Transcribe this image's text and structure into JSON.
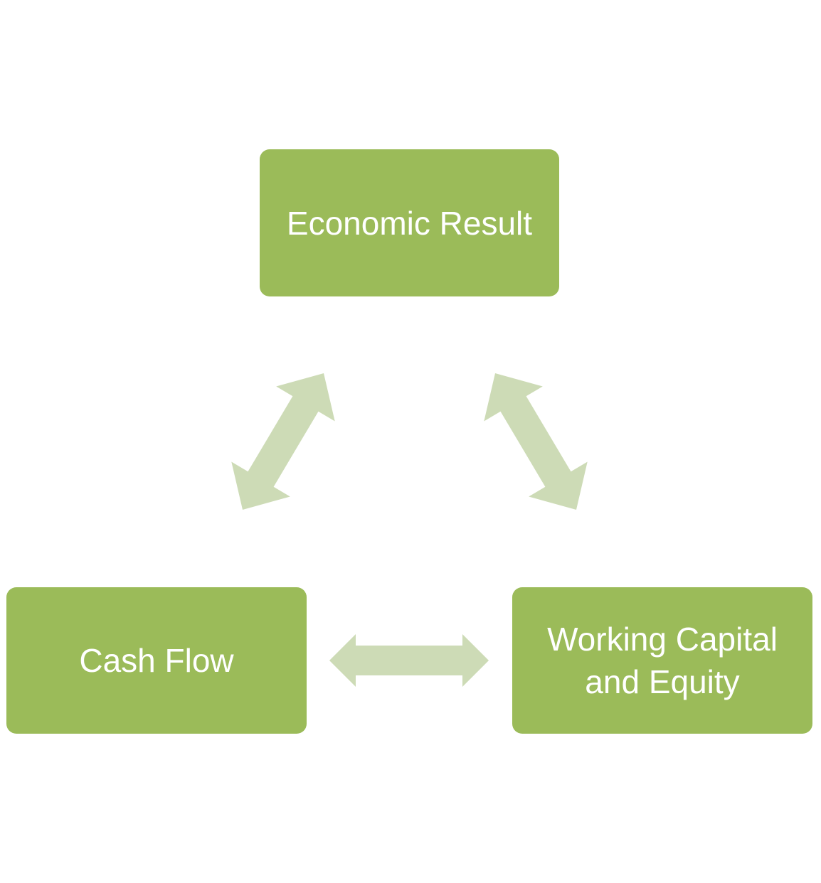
{
  "diagram": {
    "nodes": {
      "top": {
        "lines": [
          "Economic Result"
        ]
      },
      "left": {
        "lines": [
          "Cash Flow"
        ]
      },
      "right": {
        "lines": [
          "Working Capital",
          "and Equity"
        ]
      }
    },
    "edges": [
      {
        "from": "left",
        "to": "top",
        "direction": "both"
      },
      {
        "from": "top",
        "to": "right",
        "direction": "both"
      },
      {
        "from": "left",
        "to": "right",
        "direction": "both"
      }
    ],
    "colors": {
      "node_fill": "#9bbb59",
      "node_text": "#ffffff",
      "arrow_fill": "#cddbb6"
    }
  }
}
